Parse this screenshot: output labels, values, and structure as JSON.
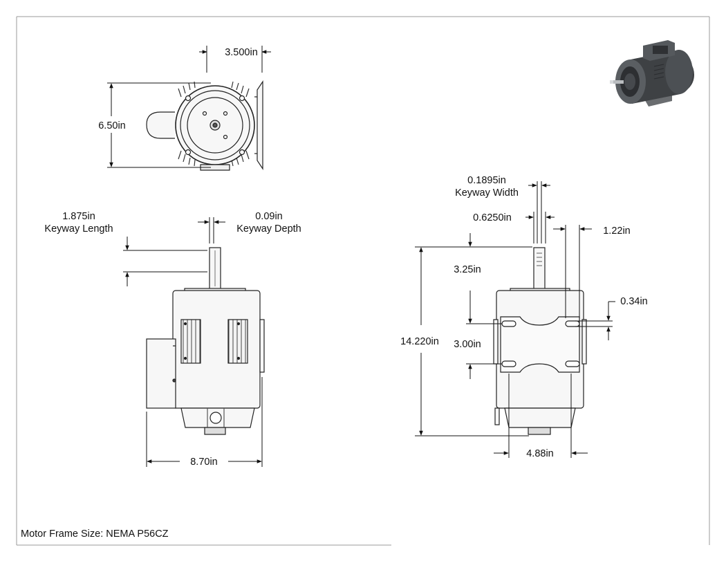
{
  "dimensions": {
    "front_width": "3.500in",
    "front_height": "6.50in",
    "keyway_length_value": "1.875in",
    "keyway_length_label": "Keyway Length",
    "keyway_depth_value": "0.09in",
    "keyway_depth_label": "Keyway Depth",
    "overall_length": "8.70in",
    "keyway_width_value": "0.1895in",
    "keyway_width_label": "Keyway Width",
    "shaft_diameter": "0.6250in",
    "mount_offset": "1.22in",
    "shaft_extension": "3.25in",
    "slot_width": "0.34in",
    "overall_height": "14.220in",
    "hole_spacing": "3.00in",
    "base_width": "4.88in"
  },
  "footer": {
    "frame_size": "Motor Frame Size: NEMA P56CZ"
  },
  "colors": {
    "line": "#222222",
    "body_fill": "#f4f4f4",
    "motor_dark": "#3e4144"
  }
}
